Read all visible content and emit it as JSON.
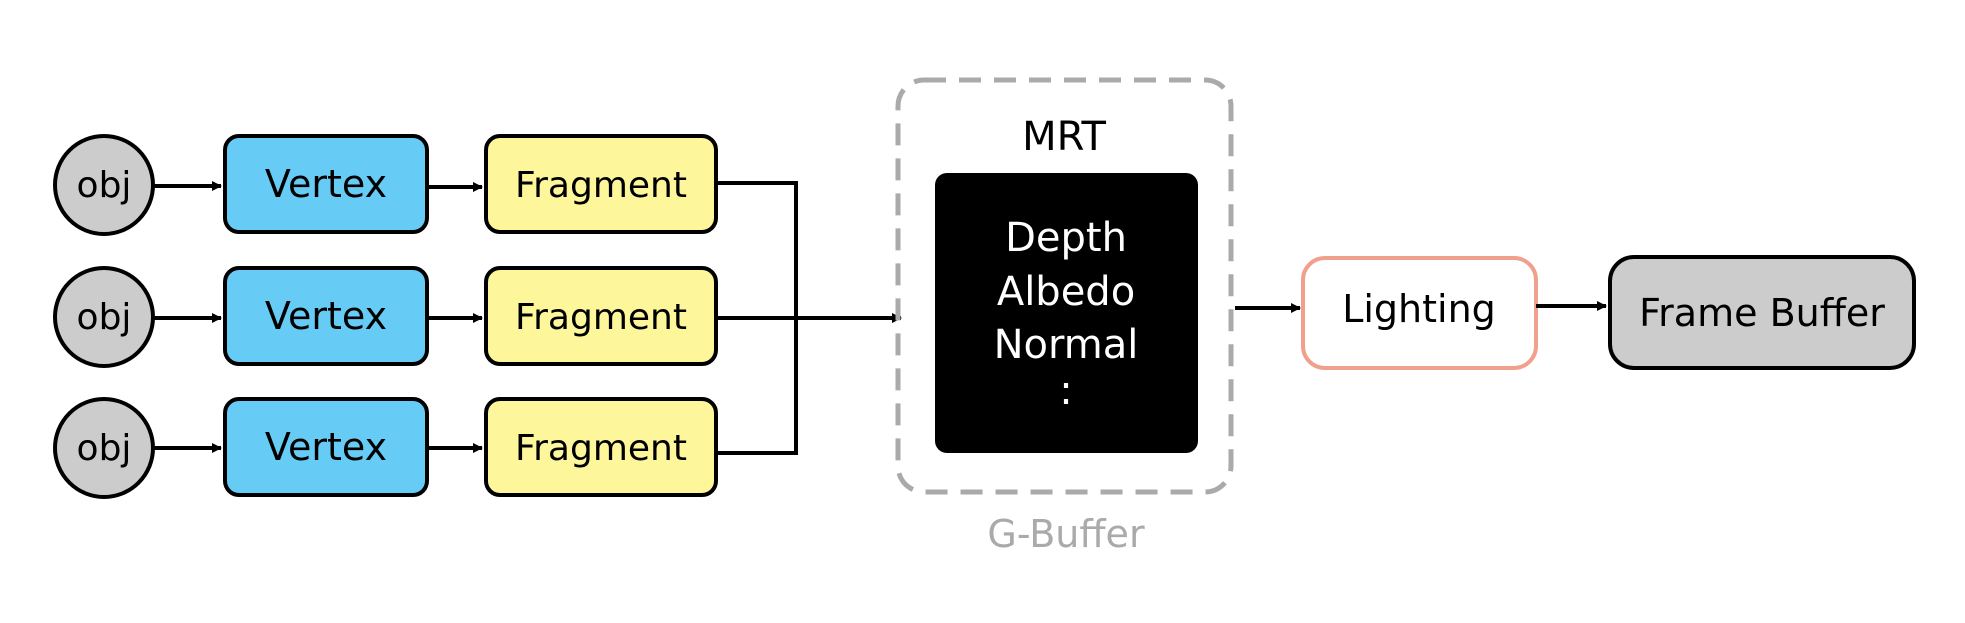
{
  "rows": [
    {
      "object": "obj",
      "vertex": "Vertex",
      "fragment": "Fragment"
    },
    {
      "object": "obj",
      "vertex": "Vertex",
      "fragment": "Fragment"
    },
    {
      "object": "obj",
      "vertex": "Vertex",
      "fragment": "Fragment"
    }
  ],
  "gbuffer": {
    "title": "MRT",
    "caption": "G-Buffer",
    "targets": [
      "Depth",
      "Albedo",
      "Normal",
      ":"
    ]
  },
  "lighting": "Lighting",
  "framebuffer": "Frame Buffer",
  "colors": {
    "object_fill": "#cccccc",
    "vertex_fill": "#66ccf5",
    "fragment_fill": "#fdf69b",
    "mrt_fill": "#000000",
    "lighting_border": "#f0a08c",
    "framebuffer_fill": "#cccccc",
    "gbuffer_border": "#aaaaaa"
  }
}
